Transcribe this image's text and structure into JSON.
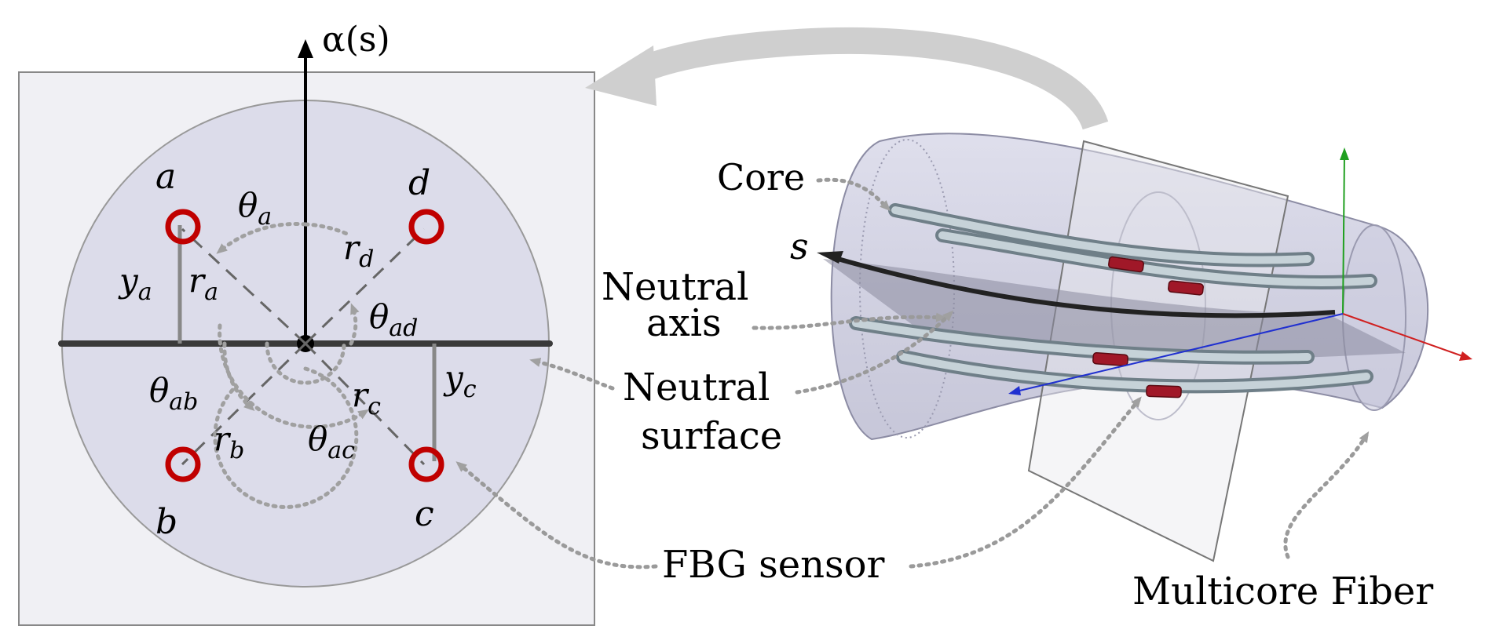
{
  "labels": {
    "alpha_s": "α(s)",
    "core": "Core",
    "s": "s",
    "neutral_axis_line1": "Neutral",
    "neutral_axis_line2": "axis",
    "neutral_surface_line1": "Neutral",
    "neutral_surface_line2": "surface",
    "fbg_sensor": "FBG sensor",
    "multicore_fiber": "Multicore Fiber"
  },
  "cores": {
    "a": "a",
    "b": "b",
    "c": "c",
    "d": "d"
  },
  "symbols": {
    "theta": "θ",
    "r": "r",
    "y": "y",
    "sub_a": "a",
    "sub_b": "b",
    "sub_c": "c",
    "sub_d": "d",
    "sub_ab": "ab",
    "sub_ac": "ac",
    "sub_ad": "ad"
  },
  "colors": {
    "core_marker": "#c00000",
    "fbg_marker": "#b01020",
    "cross_section_fill": "#dcdcea",
    "panel_fill": "#f0f0f4",
    "arrow_gray": "#9a9a9a",
    "fiber_body": "#c8c8dc",
    "axis_x": "#d02020",
    "axis_y": "#20a020",
    "axis_z": "#2030d0"
  }
}
